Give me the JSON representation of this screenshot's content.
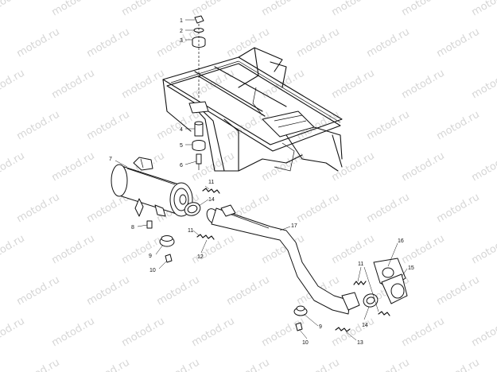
{
  "watermark": "motod.ru",
  "callouts": {
    "c1": "1",
    "c2": "2",
    "c3": "3",
    "c4": "4",
    "c5": "5",
    "c6": "6",
    "c7": "7",
    "c8": "8",
    "c9a": "9",
    "c10a": "10",
    "c11a": "11",
    "c14a": "14",
    "c11b": "11",
    "c12": "12",
    "c17": "17",
    "c16": "16",
    "c15": "15",
    "c11c": "11",
    "c14b": "14",
    "c9b": "9",
    "c10b": "10",
    "c13": "13"
  }
}
